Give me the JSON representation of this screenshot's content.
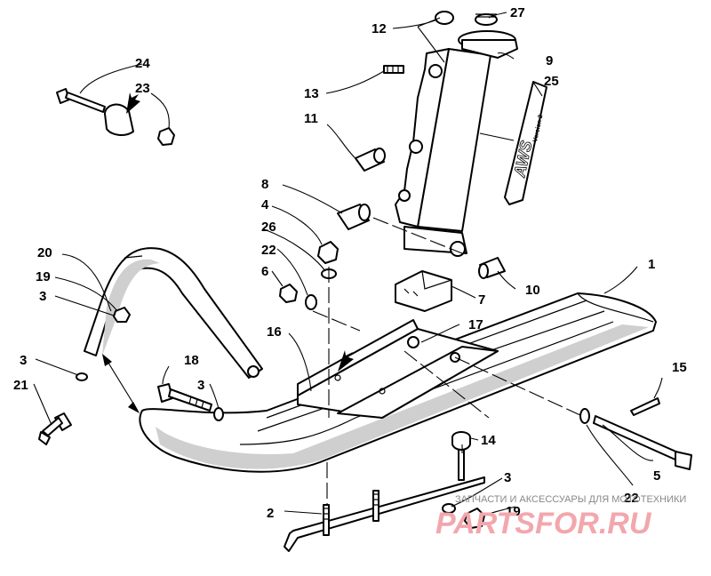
{
  "callouts": {
    "c1": "1",
    "c2": "2",
    "c3a": "3",
    "c3b": "3",
    "c3c": "3",
    "c3d": "3",
    "c4": "4",
    "c5": "5",
    "c6": "6",
    "c7": "7",
    "c8": "8",
    "c9": "9",
    "c10": "10",
    "c11": "11",
    "c12": "12",
    "c13": "13",
    "c14": "14",
    "c15": "15",
    "c16": "16",
    "c17": "17",
    "c18": "18",
    "c19a": "19",
    "c19b": "19",
    "c20": "20",
    "c21": "21",
    "c22a": "22",
    "c22b": "22",
    "c23": "23",
    "c24": "24",
    "c25": "25",
    "c26": "26",
    "c27": "27"
  },
  "decal_text": "AWS",
  "decal_sub": "Version 2",
  "watermark": {
    "tagline": "ЗАПЧАСТИ И АКСЕССУАРЫ ДЛЯ МОТОТЕХНИКИ",
    "brand": "PARTSFOR.RU"
  },
  "colors": {
    "line": "#000000",
    "background": "#ffffff",
    "watermark": "#f2a7ad"
  }
}
